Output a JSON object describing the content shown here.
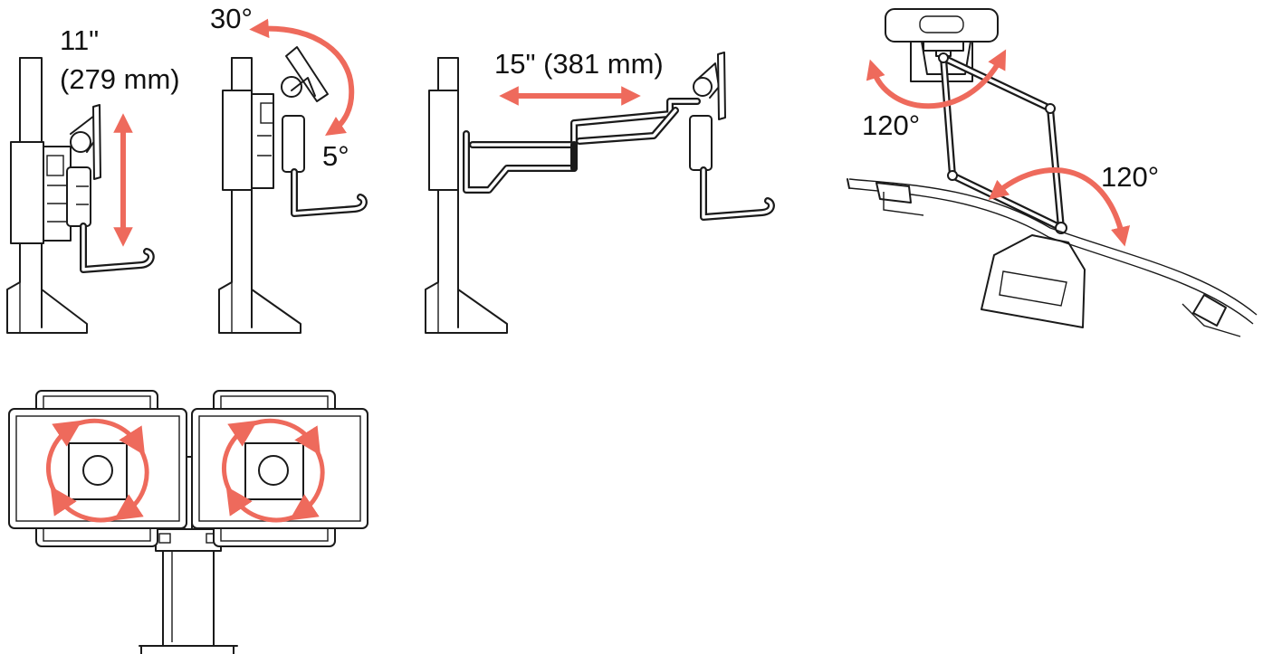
{
  "colors": {
    "arrow": "#EE6A5C",
    "line": "#1A1A1A",
    "background": "#FFFFFF"
  },
  "labels": {
    "height_line1": "11\"",
    "height_line2": "(279 mm)",
    "tilt_up": "30°",
    "tilt_down": "5°",
    "extension": "15\" (381 mm)",
    "swivel_top": "120°",
    "swivel_bottom": "120°"
  }
}
